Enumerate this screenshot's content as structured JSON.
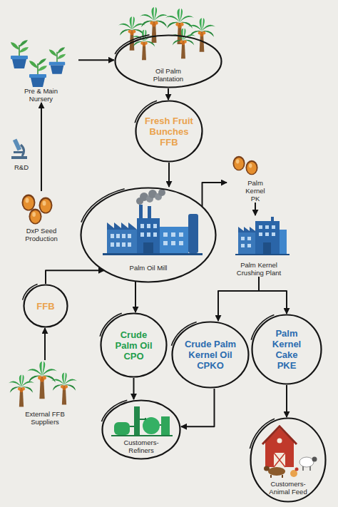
{
  "diagram": {
    "nodes": [
      {
        "text": [
          "Oil Palm Plantation"
        ]
      },
      {
        "text": [
          "Pre & Main Nursery"
        ]
      },
      {
        "text": [
          "Fresh Fruit Bunches FFB"
        ]
      },
      {
        "text": [
          "R&D"
        ]
      },
      {
        "text": [
          "Palm Kernel PK"
        ]
      },
      {
        "text": [
          "DxP Seed Production"
        ]
      },
      {
        "text": [
          "Palm Oil Mill"
        ]
      },
      {
        "text": [
          "Palm Kernel Crushing Plant"
        ]
      },
      {
        "text": [
          "FFB"
        ]
      },
      {
        "text": [
          "Crude Palm Oil CPO"
        ]
      },
      {
        "text": [
          "Crude Palm Kernel Oil CPKO"
        ]
      },
      {
        "text": [
          "Palm Kernel Cake PKE"
        ]
      },
      {
        "text": [
          "External FFB Suppliers"
        ]
      },
      {
        "text": [
          "Customers- Refiners"
        ]
      },
      {
        "text": [
          "Customers- Animal Feed"
        ]
      }
    ],
    "edges": [
      {
        "from": 1,
        "to": 0,
        "arrow": "to"
      },
      {
        "from": 0,
        "to": 2,
        "arrow": "to"
      },
      {
        "from": 2,
        "to": 6,
        "arrow": "to"
      },
      {
        "from": 5,
        "to": 1,
        "arrow": "to"
      },
      {
        "from": 6,
        "to": 4,
        "arrow": "to"
      },
      {
        "from": 4,
        "to": 7,
        "arrow": "to"
      },
      {
        "from": 7,
        "to": 10,
        "arrow": "to"
      },
      {
        "from": 7,
        "to": 11,
        "arrow": "to"
      },
      {
        "from": 6,
        "to": 9,
        "arrow": "to"
      },
      {
        "from": 9,
        "to": 13,
        "arrow": "to"
      },
      {
        "from": 10,
        "to": 13,
        "arrow": "to"
      },
      {
        "from": 11,
        "to": 14,
        "arrow": "to"
      },
      {
        "from": 12,
        "to": 8,
        "arrow": "to"
      },
      {
        "from": 8,
        "to": 6,
        "arrow": "to"
      }
    ]
  }
}
